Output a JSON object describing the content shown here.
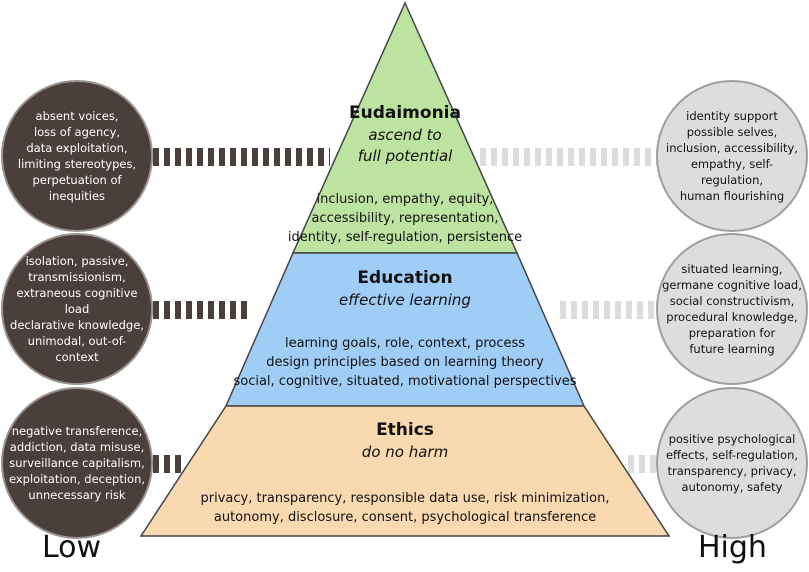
{
  "tiers": {
    "eudaimonia": {
      "title": "Eudaimonia",
      "subtitle_line1": "ascend to",
      "subtitle_line2": "full potential",
      "body_line1": "inclusion, empathy, equity,",
      "body_line2": "accessibility, representation,",
      "body_line3": "identity, self-regulation, persistence"
    },
    "education": {
      "title": "Education",
      "subtitle": "effective learning",
      "body_line1": "learning goals, role, context, process",
      "body_line2": "design principles based on learning theory",
      "body_line3": "social, cognitive, situated, motivational perspectives"
    },
    "ethics": {
      "title": "Ethics",
      "subtitle": "do no harm",
      "body_line1": "privacy, transparency, responsible data use, risk minimization,",
      "body_line2": "autonomy, disclosure, consent, psychological transference"
    }
  },
  "colors": {
    "eudaimonia": "#bde3a1",
    "education": "#9fcdf6",
    "ethics": "#f8d9b0",
    "low_circle": "#4a3f3b",
    "high_circle": "#dddddd"
  },
  "low": {
    "label": "Low",
    "eudaimonia": "absent voices,\nloss of agency,\ndata exploitation,\nlimiting stereotypes,\nperpetuation of\ninequities",
    "education": "isolation, passive,\ntransmissionism,\nextraneous cognitive load\ndeclarative knowledge,\nunimodal, out-of-\ncontext",
    "ethics": "negative transference,\naddiction, data misuse,\nsurveillance capitalism,\nexploitation, deception,\nunnecessary risk"
  },
  "high": {
    "label": "High",
    "eudaimonia": "identity support\npossible selves,\ninclusion, accessibility,\nempathy, self-regulation,\nhuman flourishing",
    "education": "situated learning,\ngermane cognitive load,\nsocial constructivism,\nprocedural knowledge,\npreparation for\nfuture learning",
    "ethics": "positive psychological\neffects, self-regulation,\ntransparency, privacy,\nautonomy, safety"
  }
}
